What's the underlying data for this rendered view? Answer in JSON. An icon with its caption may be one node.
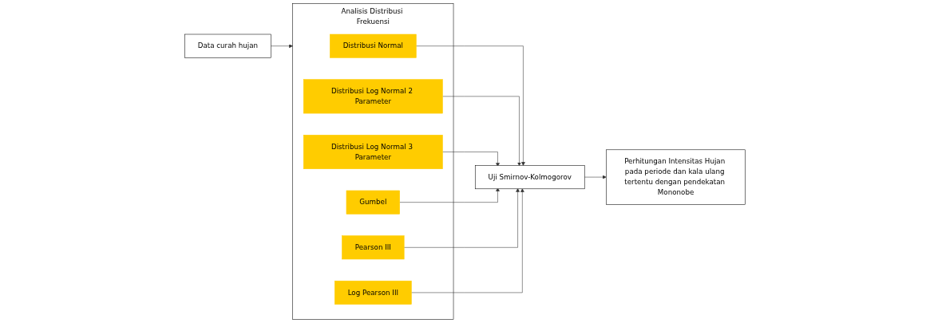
{
  "diagram": {
    "nodes": [
      {
        "text": [
          "Data curah hujan"
        ]
      },
      {
        "text": [
          "Analisis Distribusi Frekuensi"
        ]
      },
      {
        "text": [
          "Distribusi Normal"
        ],
        "in": 1
      },
      {
        "text": [
          "Distribusi Log Normal 2 Parameter"
        ],
        "in": 1
      },
      {
        "text": [
          "Distribusi Log Normal 3 Parameter"
        ],
        "in": 1
      },
      {
        "text": [
          "Gumbel"
        ],
        "in": 1
      },
      {
        "text": [
          "Pearson III"
        ],
        "in": 1
      },
      {
        "text": [
          "Log Pearson III"
        ],
        "in": 1
      },
      {
        "text": [
          "Uji Smirnov-Kolmogorov"
        ]
      },
      {
        "text": [
          "Perhitungan Intensitas Hujan pada periode dan kala ulang tertentu dengan pendekatan Mononobe"
        ]
      }
    ],
    "edges": [
      {
        "from": 0,
        "to": 1,
        "arrow": "to"
      },
      {
        "from": 2,
        "to": 8,
        "arrow": "to"
      },
      {
        "from": 3,
        "to": 8,
        "arrow": "to"
      },
      {
        "from": 4,
        "to": 8,
        "arrow": "to"
      },
      {
        "from": 5,
        "to": 8,
        "arrow": "to"
      },
      {
        "from": 6,
        "to": 8,
        "arrow": "to"
      },
      {
        "from": 7,
        "to": 8,
        "arrow": "to"
      },
      {
        "from": 8,
        "to": 9,
        "arrow": "to"
      }
    ]
  }
}
